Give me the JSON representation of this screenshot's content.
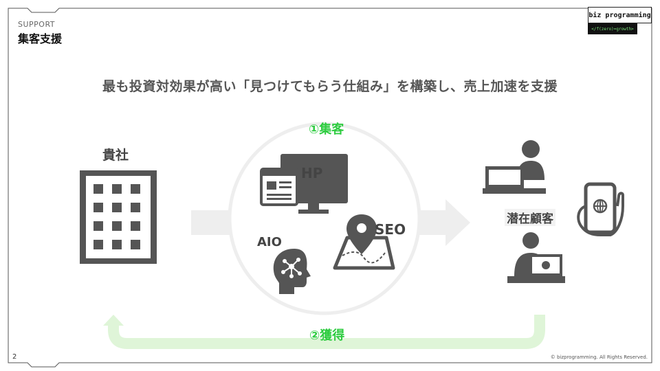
{
  "header": {
    "section_en": "SUPPORT",
    "section_ja": "集客支援",
    "logo_text": "biz programming",
    "logo_sub": "</f(zero)=growth>"
  },
  "headline": "最も投資対効果が高い「見つけてもらう仕組み」を構築し、売上加速を支援",
  "diagram": {
    "company_label": "貴社",
    "step1_label": "①集客",
    "step2_label": "②獲得",
    "hp_label": "HP",
    "seo_label": "SEO",
    "aio_label": "AIO",
    "customer_label": "潜在顧客"
  },
  "footer": {
    "page_number": "2",
    "copyright": "© bizprogramming. All Rights Reserved."
  },
  "colors": {
    "green": "#2ecc40",
    "light_green": "#dff5d8",
    "icon_gray": "#555555",
    "arrow_gray": "#eeeeee"
  }
}
